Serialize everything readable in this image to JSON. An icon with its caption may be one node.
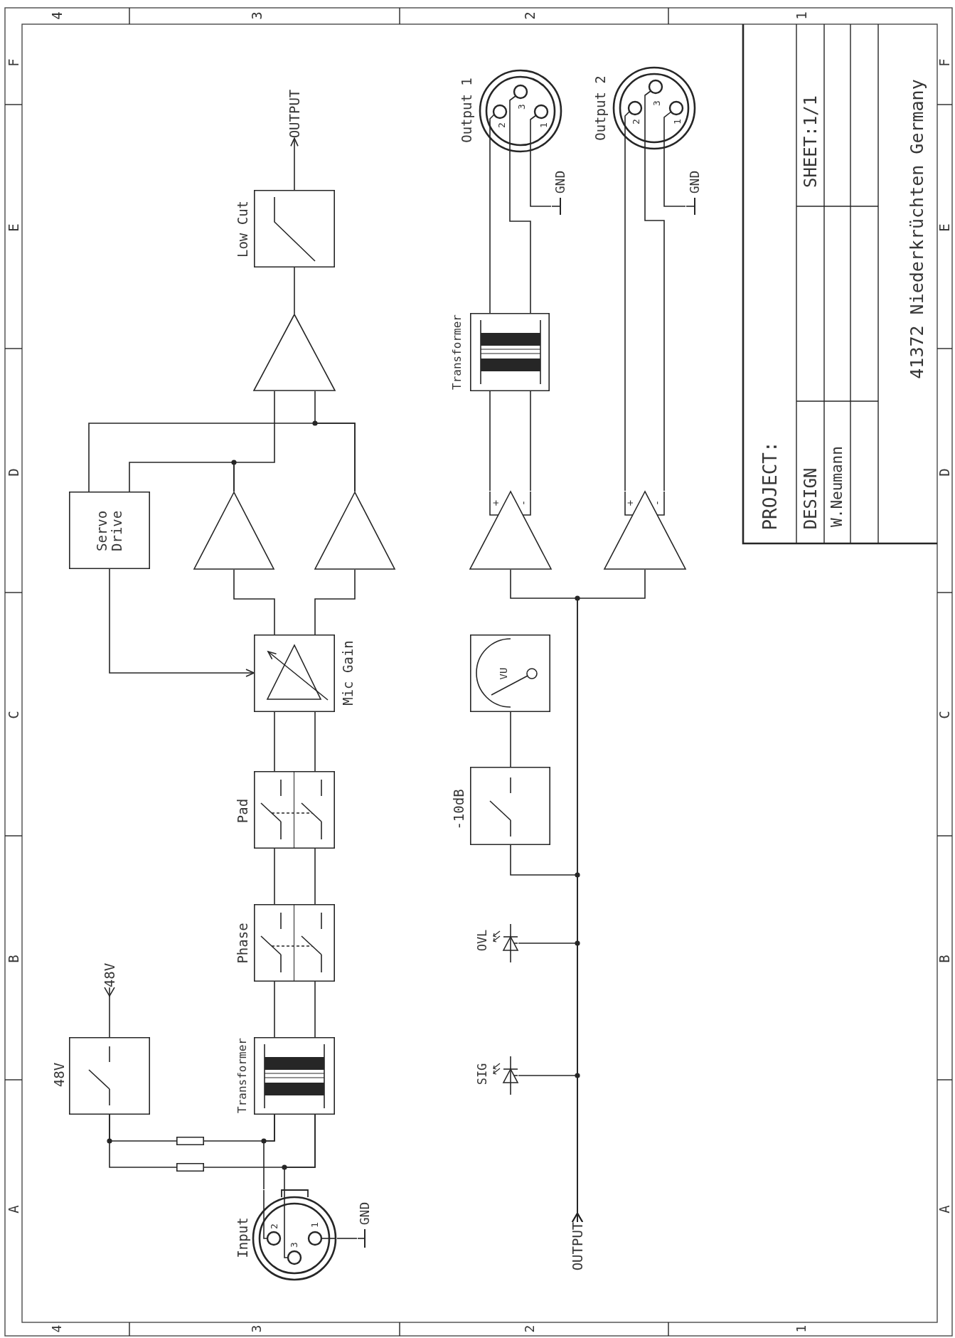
{
  "diagram": {
    "nodes": [
      {
        "text": [
          "Input"
        ]
      },
      {
        "text": [
          "GND"
        ]
      },
      {
        "text": [
          "48V"
        ]
      },
      {
        "text": [
          "48V"
        ]
      },
      {
        "text": [],
        "shape": "box"
      },
      {
        "text": [],
        "shape": "box"
      },
      {
        "text": [
          "Transformer"
        ]
      },
      {
        "text": [
          "Phase"
        ]
      },
      {
        "text": [
          "Pad"
        ]
      },
      {
        "text": [
          "Mic Gain"
        ]
      },
      {
        "text": [
          "Servo Drive"
        ]
      },
      {
        "text": [],
        "shape": "triangle"
      },
      {
        "text": [],
        "shape": "triangle"
      },
      {
        "text": [],
        "shape": "triangle"
      },
      {
        "text": [
          "Low Cut"
        ]
      },
      {
        "text": [
          "OUTPUT"
        ]
      },
      {
        "text": [
          "OUTPUT"
        ]
      },
      {
        "text": [
          "SIG"
        ]
      },
      {
        "text": [
          "OVL"
        ]
      },
      {
        "text": [
          "-10dB"
        ]
      },
      {
        "text": [
          "VU"
        ]
      },
      {
        "text": [],
        "shape": "triangle",
        "beside": [
          "+",
          "-"
        ]
      },
      {
        "text": [],
        "shape": "triangle",
        "beside": [
          "+",
          "-"
        ]
      },
      {
        "text": [
          "Transformer"
        ]
      },
      {
        "text": [
          "Output 1"
        ]
      },
      {
        "text": [
          "GND"
        ]
      },
      {
        "text": [
          "Output 2"
        ]
      },
      {
        "text": [
          "GND"
        ]
      }
    ],
    "edges": [
      {
        "from": 0,
        "to": 1,
        "arrow": "none"
      },
      {
        "from": 0,
        "to": 6,
        "arrow": "none"
      },
      {
        "from": 0,
        "to": 6,
        "arrow": "none"
      },
      {
        "from": 3,
        "to": 2,
        "arrow": "other"
      },
      {
        "from": 2,
        "to": 4,
        "arrow": "none"
      },
      {
        "from": 2,
        "to": 5,
        "arrow": "none"
      },
      {
        "from": 4,
        "to": 6,
        "arrow": "none"
      },
      {
        "from": 5,
        "to": 6,
        "arrow": "none"
      },
      {
        "from": 6,
        "to": 7,
        "arrow": "none"
      },
      {
        "from": 6,
        "to": 7,
        "arrow": "none"
      },
      {
        "from": 7,
        "to": 8,
        "arrow": "none"
      },
      {
        "from": 7,
        "to": 8,
        "arrow": "none"
      },
      {
        "from": 8,
        "to": 9,
        "arrow": "none"
      },
      {
        "from": 8,
        "to": 9,
        "arrow": "none"
      },
      {
        "from": 9,
        "to": 11,
        "arrow": "none"
      },
      {
        "from": 9,
        "to": 12,
        "arrow": "none"
      },
      {
        "from": 10,
        "to": 9,
        "arrow": "to"
      },
      {
        "from": 11,
        "to": 13,
        "arrow": "none"
      },
      {
        "from": 12,
        "to": 13,
        "arrow": "none"
      },
      {
        "from": 11,
        "to": 10,
        "arrow": "none"
      },
      {
        "from": 12,
        "to": 10,
        "arrow": "none"
      },
      {
        "from": 13,
        "to": 14,
        "arrow": "none"
      },
      {
        "from": 14,
        "to": 15,
        "arrow": "to"
      },
      {
        "from": 16,
        "to": 17,
        "arrow": "other"
      },
      {
        "from": 16,
        "to": 18,
        "arrow": "other"
      },
      {
        "from": 16,
        "to": 19,
        "arrow": "other"
      },
      {
        "from": 19,
        "to": 20,
        "arrow": "none"
      },
      {
        "from": 16,
        "to": 21,
        "arrow": "other"
      },
      {
        "from": 16,
        "to": 22,
        "arrow": "other"
      },
      {
        "from": 21,
        "to": 23,
        "arrow": "none"
      },
      {
        "from": 21,
        "to": 23,
        "arrow": "none"
      },
      {
        "from": 23,
        "to": 24,
        "arrow": "none"
      },
      {
        "from": 23,
        "to": 24,
        "arrow": "none"
      },
      {
        "from": 24,
        "to": 25,
        "arrow": "none"
      },
      {
        "from": 22,
        "to": 26,
        "arrow": "none"
      },
      {
        "from": 22,
        "to": 26,
        "arrow": "none"
      },
      {
        "from": 26,
        "to": 27,
        "arrow": "none"
      }
    ],
    "labels": [
      "4",
      "3",
      "2",
      "1",
      "F",
      "E",
      "D",
      "C",
      "B",
      "A",
      "F",
      "E",
      "D",
      "C",
      "B",
      "A",
      "4",
      "3",
      "2",
      "1",
      "2",
      "3",
      "1",
      "2",
      "3",
      "1",
      "2",
      "3",
      "1",
      "PROJECT:",
      "SHEET:1/1",
      "DESIGN",
      "W.Neumann",
      "41372 Niederkrüchten Germany"
    ]
  }
}
